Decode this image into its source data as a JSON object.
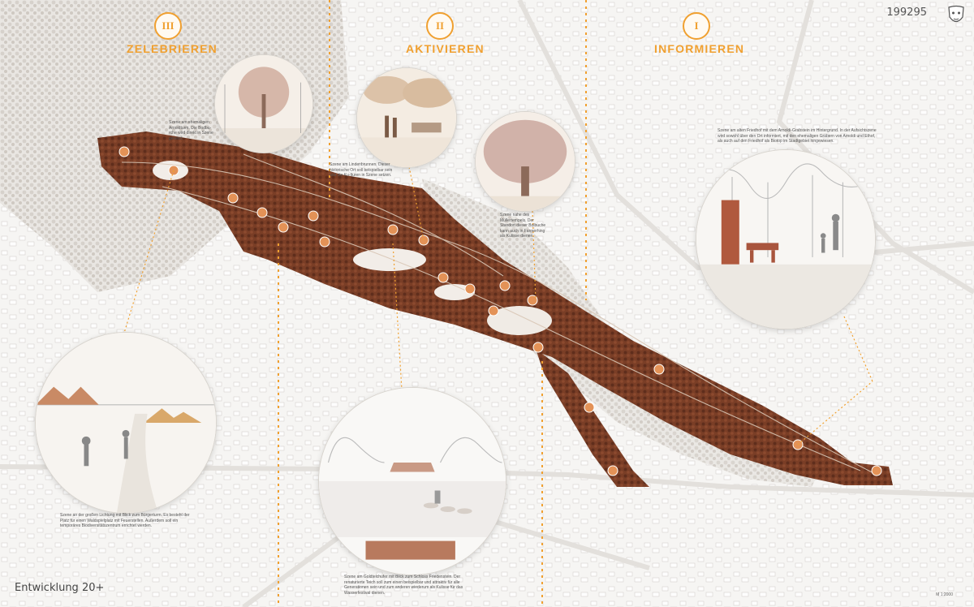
{
  "project_number": "199295",
  "development_label": "Entwicklung 20+",
  "scale_label": "M 1:2000",
  "phases": [
    {
      "numeral": "III",
      "title": "ZELEBRIEREN"
    },
    {
      "numeral": "II",
      "title": "AKTIVIEREN"
    },
    {
      "numeral": "I",
      "title": "INFORMIEREN"
    }
  ],
  "captions": {
    "arnold_tower": "Szene am ehemaligen Arnoldturm. Die Bodbu-rche wird direkt in Szene gesetzt.",
    "linden_well": "Szene am Lindenbrunnen. Dieser historische Ort soll beispielbar sein und die Ku-lturen in Szene setzen.",
    "mueller_temple": "Szene nahe des Müllertempels. Der Standort dieser Bolbuche kann auch in Farmerhing als Kulisse dienen.",
    "cemetery": "Szene am alten Friedhof mit dem Arnoldi-Grabstein im Hintergrund. In der Aufsichtszene wird sowohl über den Ort informiert, mit den ehemaligen Gräbern von Arnoldi und Ethof, als auch auf den Friedhof als Biotop im Stadtgebiet hingewiesen.",
    "clearing": "Szene an der großen Lichtung mit Blick zum Bürgerturm. Es besteht der Platz für einen Waldspielplatz mit Feuerstellen. Außerdem soll ein temporäres Biodiversitätszentrum errichtet werden.",
    "pond": "Szene am Goldteichufer mit Blick zum Schloss Friedenstein. Der renaturierte Teich soll zum einen beispielbar und attraktiv für alle Generationen sein und zum anderen wiederum als Kulisse für das Wasserfestival dienen."
  },
  "colors": {
    "accent_orange": "#f0a030",
    "park_brown": "#7a3e26",
    "poi_orange": "#e39257"
  }
}
